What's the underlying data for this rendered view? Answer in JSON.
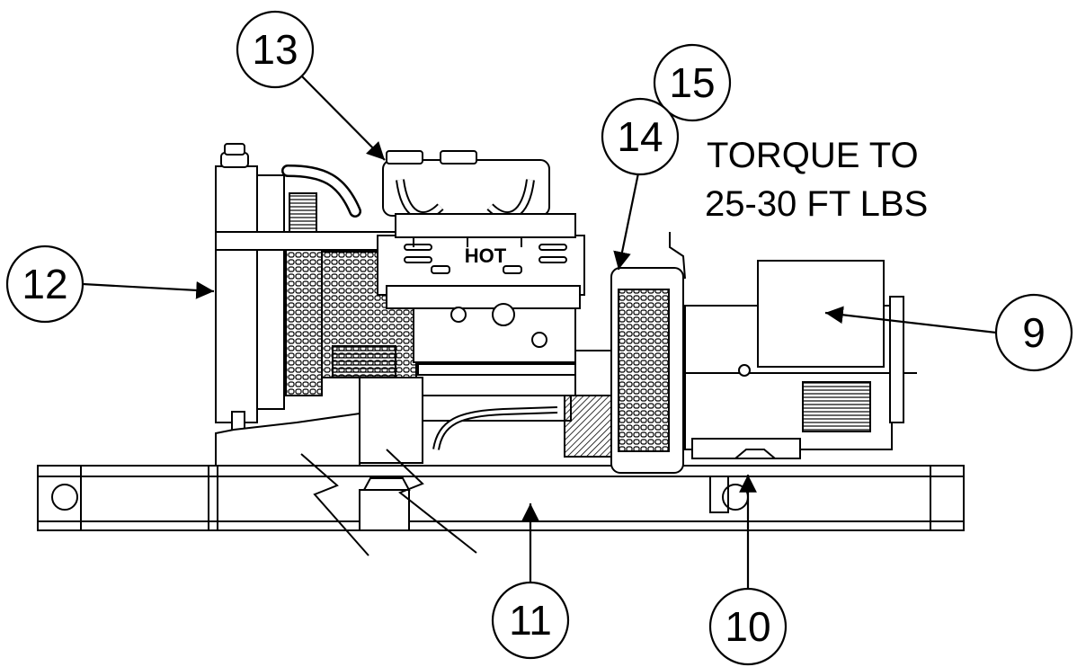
{
  "callouts": [
    "9",
    "10",
    "11",
    "12",
    "13",
    "14",
    "15"
  ],
  "engine_label": "HOT",
  "note": {
    "line1": "TORQUE TO",
    "line2": "25-30 FT LBS"
  },
  "colors": {
    "ink": "#000000",
    "paper": "#ffffff"
  }
}
